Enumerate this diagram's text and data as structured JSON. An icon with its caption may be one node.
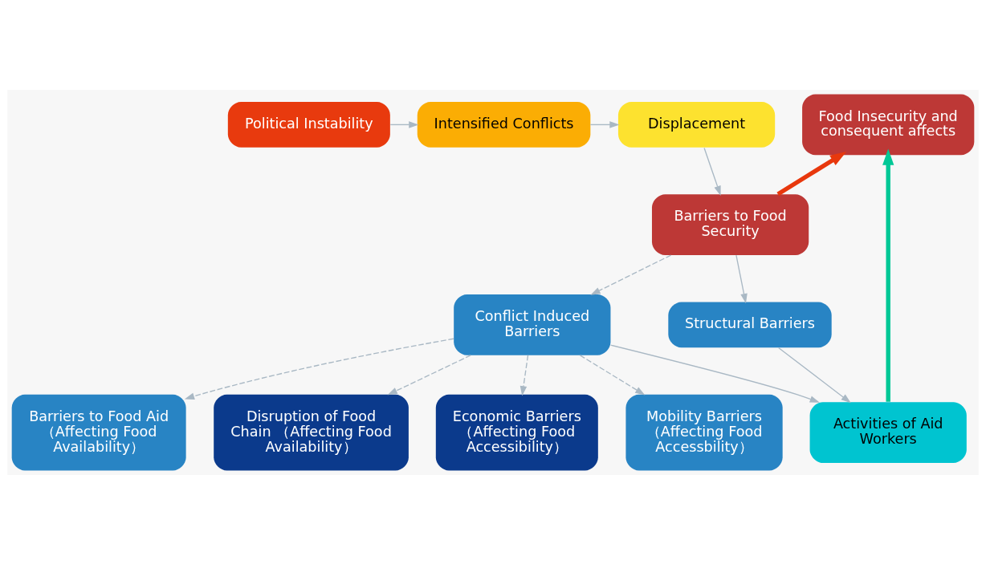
{
  "diagram": {
    "nodes": [
      {
        "text": [
          "Political Instability"
        ]
      },
      {
        "text": [
          "Intensified Conflicts"
        ]
      },
      {
        "text": [
          "Displacement"
        ]
      },
      {
        "text": [
          "Food Insecurity and consequent affects"
        ]
      },
      {
        "text": [
          "Barriers to Food Security"
        ]
      },
      {
        "text": [
          "Conflict Induced Barriers"
        ]
      },
      {
        "text": [
          "Structural Barriers"
        ]
      },
      {
        "text": [
          "Barriers to Food Aid （Affecting Food Availability）"
        ]
      },
      {
        "text": [
          "Disruption of Food Chain （Affecting Food Availability）"
        ]
      },
      {
        "text": [
          "Economic Barriers （Affecting Food Accessibility）"
        ]
      },
      {
        "text": [
          "Mobility Barriers （Affecting Food Accessbility）"
        ]
      },
      {
        "text": [
          "Activities of Aid Workers"
        ]
      }
    ],
    "edges": [
      {
        "from": 0,
        "to": 1,
        "arrow": "to"
      },
      {
        "from": 1,
        "to": 2,
        "arrow": "to"
      },
      {
        "from": 2,
        "to": 4,
        "arrow": "to"
      },
      {
        "from": 4,
        "to": 3,
        "arrow": "to",
        "style": "thick",
        "color": "#e8380d"
      },
      {
        "from": 4,
        "to": 5,
        "arrow": "to",
        "style": "dashed"
      },
      {
        "from": 4,
        "to": 6,
        "arrow": "to"
      },
      {
        "from": 5,
        "to": 7,
        "arrow": "to",
        "style": "dashed"
      },
      {
        "from": 5,
        "to": 8,
        "arrow": "to",
        "style": "dashed"
      },
      {
        "from": 5,
        "to": 9,
        "arrow": "to",
        "style": "dashed"
      },
      {
        "from": 5,
        "to": 10,
        "arrow": "to",
        "style": "dashed"
      },
      {
        "from": 5,
        "to": 11,
        "arrow": "to"
      },
      {
        "from": 6,
        "to": 11,
        "arrow": "to"
      },
      {
        "from": 11,
        "to": 3,
        "arrow": "to",
        "style": "thick",
        "color": "#00c896"
      }
    ]
  }
}
